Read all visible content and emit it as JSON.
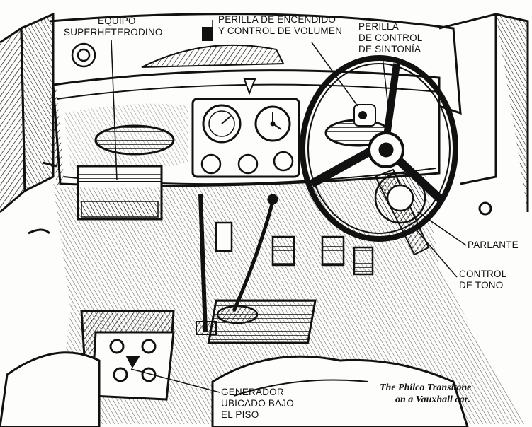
{
  "labels": {
    "equipo": [
      "EQUIPO",
      "SUPERHETERODINO"
    ],
    "perilla_encendido": [
      "PERILLA DE ENCENDIDO",
      "Y CONTROL DE VOLUMEN"
    ],
    "perilla_sintonia": [
      "PERILLA",
      "DE CONTROL",
      "DE SINTONÍA"
    ],
    "parlante": [
      "PARLANTE"
    ],
    "control_tono": [
      "CONTROL",
      "DE TONO"
    ],
    "generador": [
      "GENERADOR",
      "UBICADO BAJO",
      "EL PISO"
    ]
  },
  "caption": [
    "The Philco Transitone",
    "on a Vauxhall car."
  ],
  "colors": {
    "ink": "#111111",
    "paper": "#fdfdfb"
  }
}
